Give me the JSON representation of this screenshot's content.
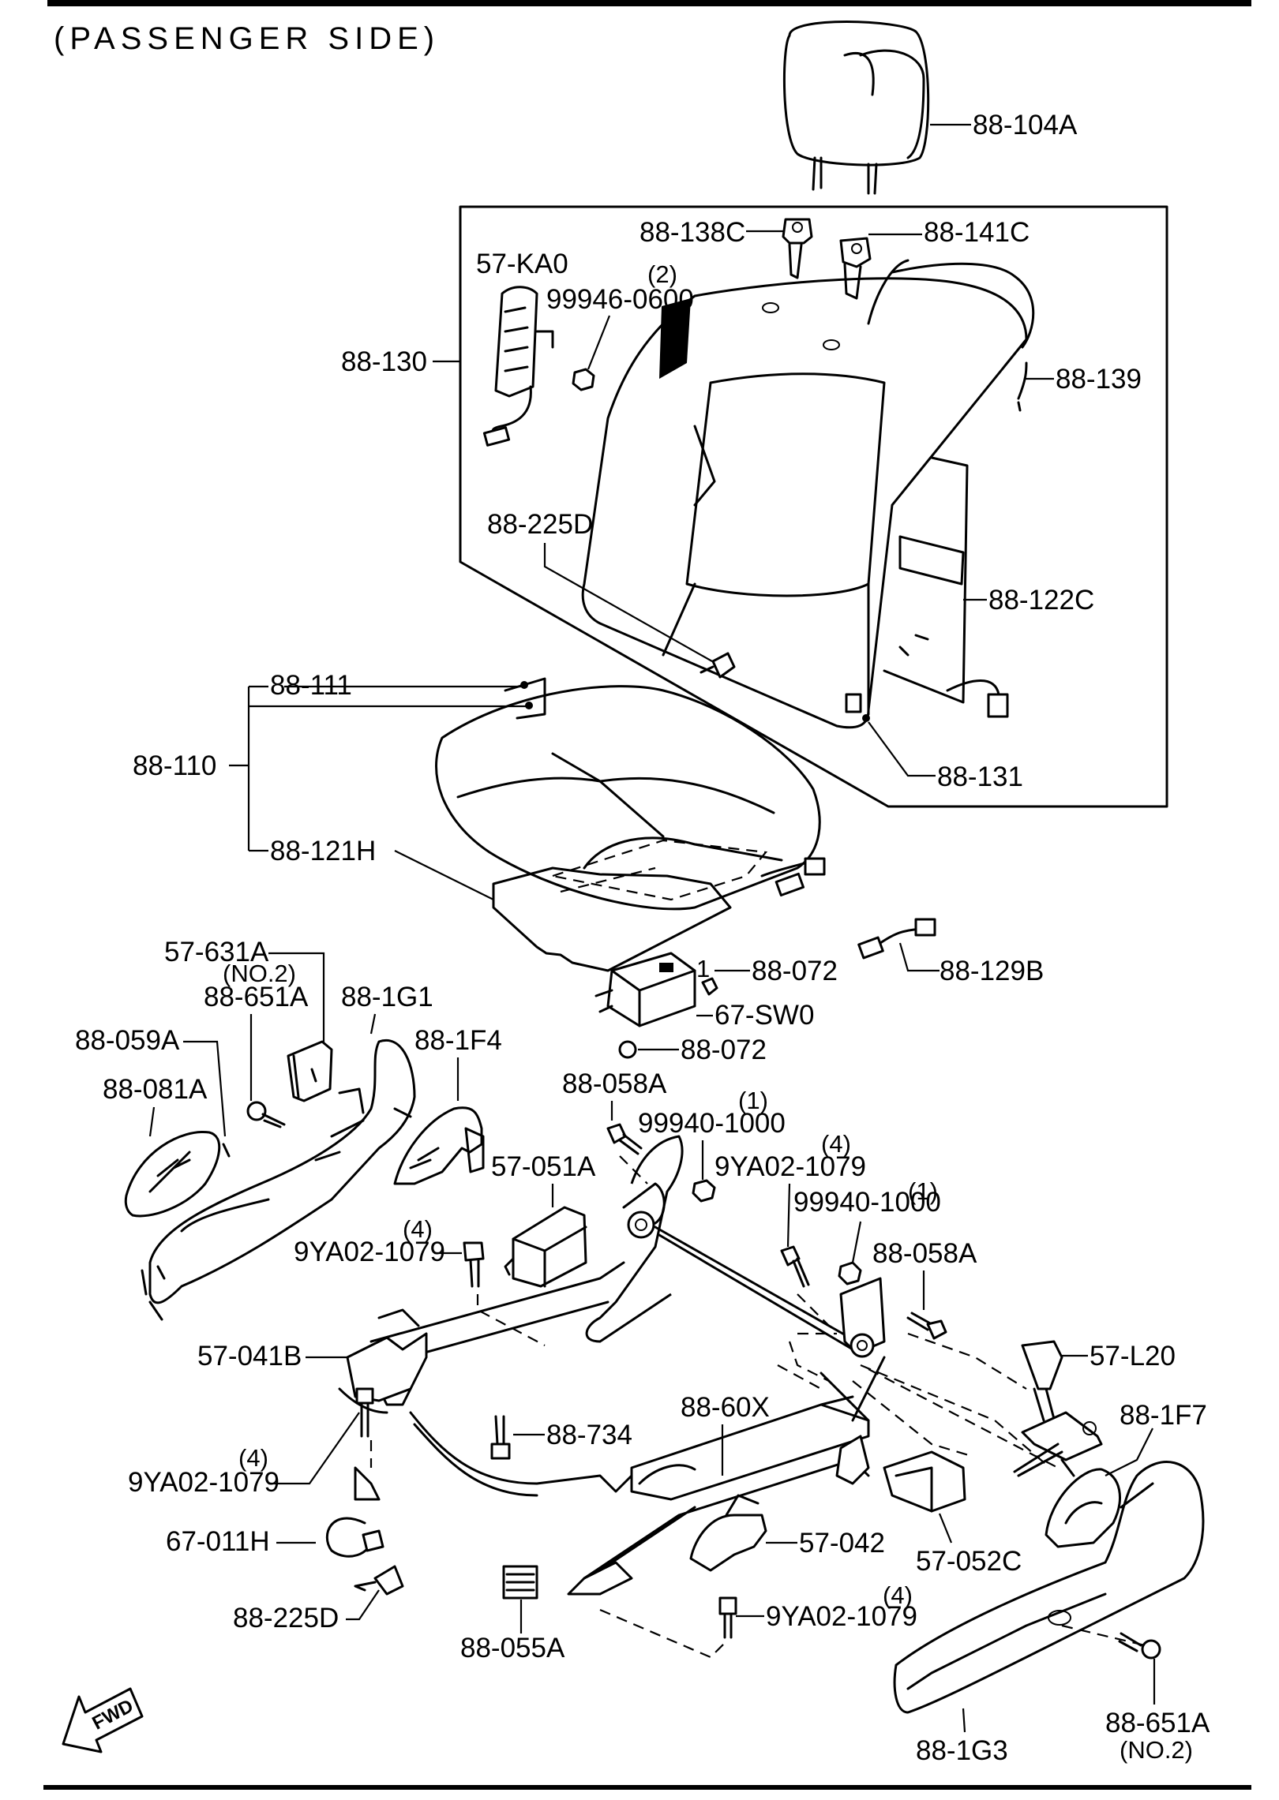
{
  "title": "(PASSENGER SIDE)",
  "fwd_label": "FWD",
  "labels": {
    "l_88_104A": "88-104A",
    "l_88_138C": "88-138C",
    "l_88_141C": "88-141C",
    "l_57_KA0": "57-KA0",
    "l_99946_qty": "(2)",
    "l_99946_0600": "99946-0600",
    "l_88_130": "88-130",
    "l_88_139": "88-139",
    "l_88_225D_top": "88-225D",
    "l_88_122C": "88-122C",
    "l_88_111": "88-111",
    "l_88_110": "88-110",
    "l_88_131": "88-131",
    "l_88_121H": "88-121H",
    "l_57_631A": "57-631A",
    "l_no2_top": "(NO.2)",
    "l_88_651A_top": "88-651A",
    "l_88_1G1": "88-1G1",
    "l_88_072_a": "88-072",
    "l_88_129B": "88-129B",
    "l_67_SW0": "67-SW0",
    "l_88_072_b": "88-072",
    "l_88_059A": "88-059A",
    "l_88_1F4": "88-1F4",
    "l_88_081A": "88-081A",
    "l_88_058A_a": "88-058A",
    "l_99940_qty_a": "(1)",
    "l_99940_1000_a": "99940-1000",
    "l_9YA02_qty_a": "(4)",
    "l_9YA02_1079_a": "9YA02-1079",
    "l_57_051A": "57-051A",
    "l_99940_qty_b": "(1)",
    "l_99940_1000_b": "99940-1000",
    "l_9YA02_qty_b": "(4)",
    "l_9YA02_1079_b": "9YA02-1079",
    "l_88_058A_b": "88-058A",
    "l_57_041B": "57-041B",
    "l_57_L20": "57-L20",
    "l_88_60X": "88-60X",
    "l_88_1F7": "88-1F7",
    "l_88_734": "88-734",
    "l_9YA02_qty_c": "(4)",
    "l_9YA02_1079_c": "9YA02-1079",
    "l_67_011H": "67-011H",
    "l_57_042": "57-042",
    "l_57_052C": "57-052C",
    "l_88_225D_bot": "88-225D",
    "l_9YA02_qty_d": "(4)",
    "l_9YA02_1079_d": "9YA02-1079",
    "l_88_055A": "88-055A",
    "l_88_1G3": "88-1G3",
    "l_88_651A_bot": "88-651A",
    "l_no2_bot": "(NO.2)",
    "l_1_mark": "1"
  }
}
